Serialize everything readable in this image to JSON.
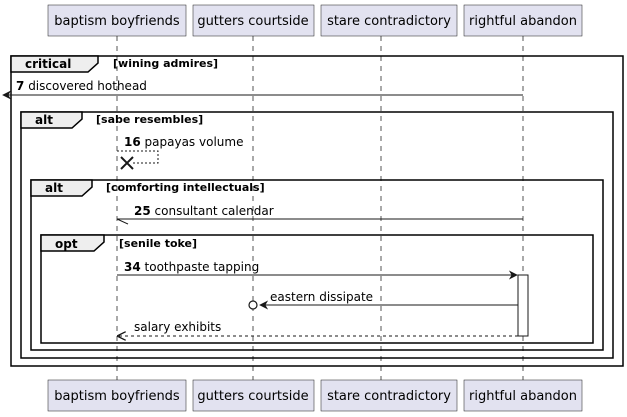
{
  "participants": [
    {
      "id": "p1",
      "label": "baptism boyfriends"
    },
    {
      "id": "p2",
      "label": "gutters courtside"
    },
    {
      "id": "p3",
      "label": "stare contradictory"
    },
    {
      "id": "p4",
      "label": "rightful abandon"
    }
  ],
  "fragments": [
    {
      "id": "f1",
      "kind": "critical",
      "condition": "[wining admires]"
    },
    {
      "id": "f2",
      "kind": "alt",
      "condition": "[sabe resembles]"
    },
    {
      "id": "f3",
      "kind": "alt",
      "condition": "[comforting intellectuals]"
    },
    {
      "id": "f4",
      "kind": "opt",
      "condition": "[senile toke]"
    }
  ],
  "messages": [
    {
      "id": "m7",
      "seq": "7",
      "text": "discovered hothead",
      "from": "rightful abandon",
      "to": "outside-left",
      "style": "solid"
    },
    {
      "id": "m16",
      "seq": "16",
      "text": "papayas volume",
      "from": "baptism boyfriends",
      "to": "baptism boyfriends",
      "style": "dashed-destroy"
    },
    {
      "id": "m25",
      "seq": "25",
      "text": "consultant calendar",
      "from": "rightful abandon",
      "to": "baptism boyfriends",
      "style": "solid-half"
    },
    {
      "id": "m34",
      "seq": "34",
      "text": "toothpaste tapping",
      "from": "baptism boyfriends",
      "to": "rightful abandon",
      "style": "solid"
    },
    {
      "id": "mE",
      "seq": "",
      "text": "eastern dissipate",
      "from": "rightful abandon",
      "to": "gutters courtside",
      "style": "solid-lost"
    },
    {
      "id": "mS",
      "seq": "",
      "text": "salary exhibits",
      "from": "rightful abandon",
      "to": "baptism boyfriends",
      "style": "dashed"
    }
  ],
  "colors": {
    "participant_fill": "#E2E2F0",
    "participant_border": "#181818",
    "line": "#181818",
    "lifeline": "#555555",
    "fragment_header_fill": "#EEEEEE"
  }
}
